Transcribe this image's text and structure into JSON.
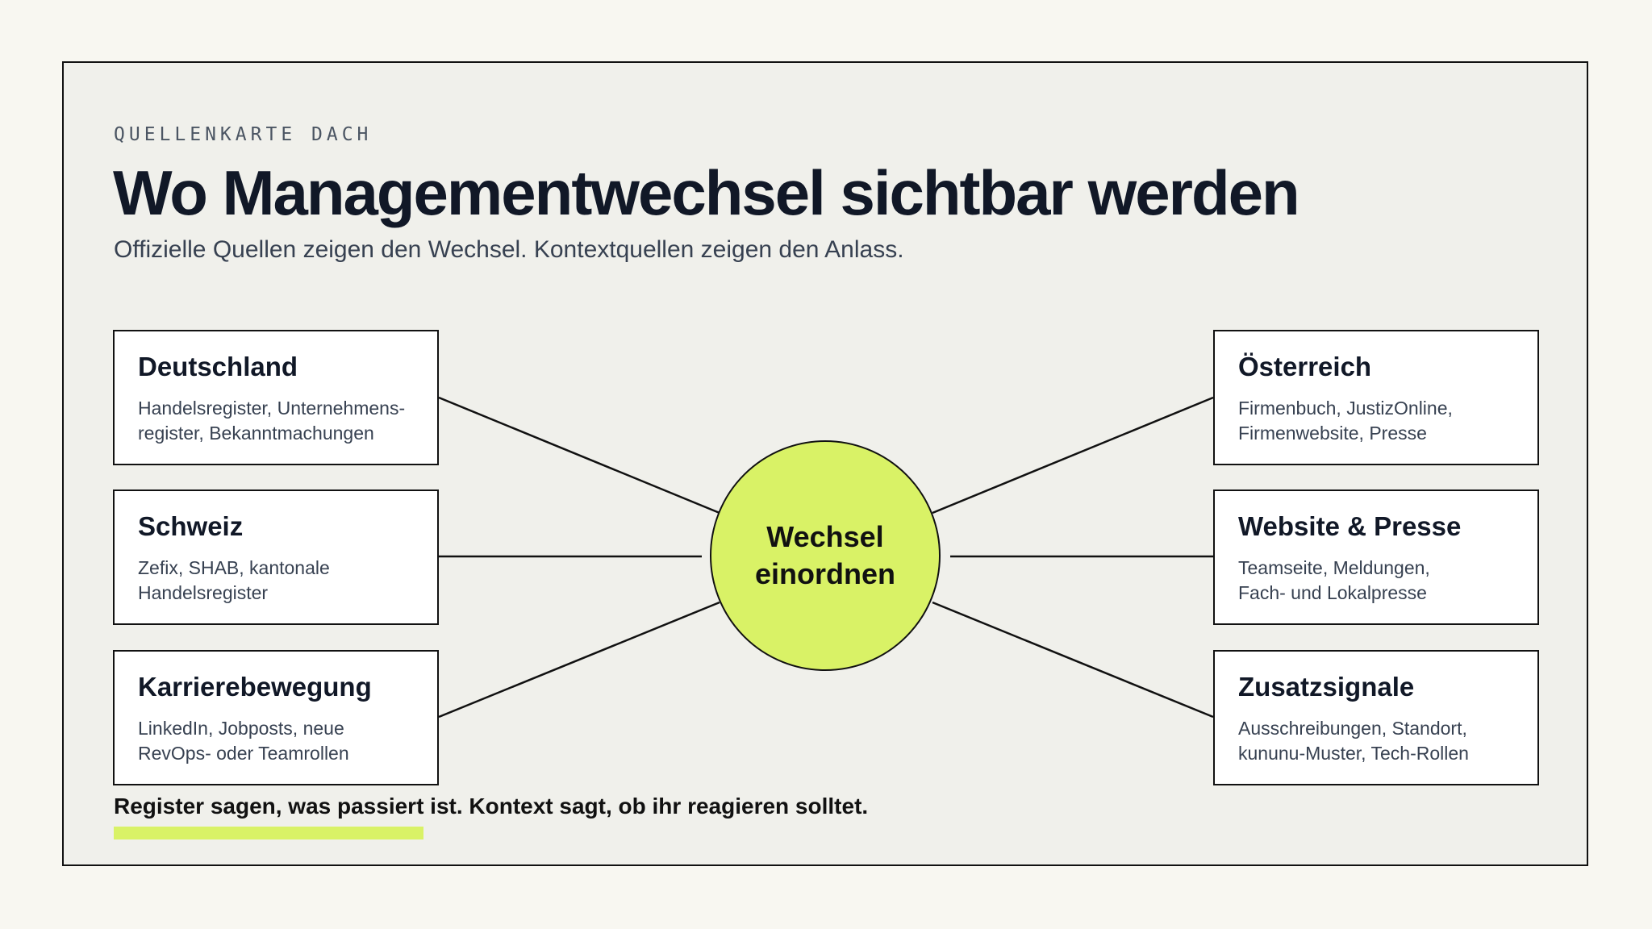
{
  "header": {
    "eyebrow": "QUELLENKARTE DACH",
    "title": "Wo Managementwechsel sichtbar werden",
    "subtitle": "Offizielle Quellen zeigen den Wechsel. Kontextquellen zeigen den Anlass."
  },
  "hub": {
    "label": "Wechsel\neinordnen"
  },
  "left_nodes": [
    {
      "title": "Deutschland",
      "text": "Handelsregister, Unternehmens-\nregister, Bekanntmachungen"
    },
    {
      "title": "Schweiz",
      "text": "Zefix, SHAB, kantonale\nHandelsregister"
    },
    {
      "title": "Karrierebewegung",
      "text": "LinkedIn, Jobposts, neue\nRevOps- oder Teamrollen"
    }
  ],
  "right_nodes": [
    {
      "title": "Österreich",
      "text": "Firmenbuch, JustizOnline,\nFirmenwebsite, Presse"
    },
    {
      "title": "Website & Presse",
      "text": "Teamseite, Meldungen,\nFach- und Lokalpresse"
    },
    {
      "title": "Zusatzsignale",
      "text": "Ausschreibungen, Standort,\nkununu-Muster, Tech-Rollen"
    }
  ],
  "footer": {
    "note": "Register sagen, was passiert ist. Kontext sagt, ob ihr reagieren solltet."
  },
  "colors": {
    "accent": "#d9f266",
    "border": "#111111",
    "panel": "#f0f0eb"
  }
}
